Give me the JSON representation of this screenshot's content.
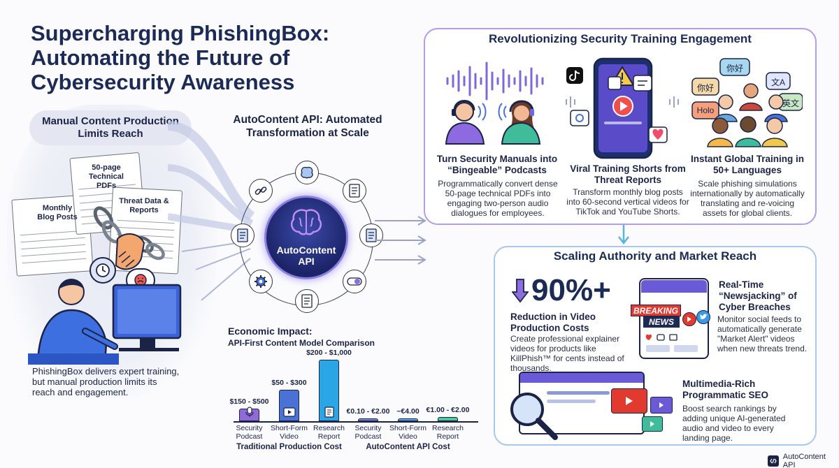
{
  "title": "Supercharging PhishingBox: Automating the Future of Cybersecurity Awareness",
  "left": {
    "pill": "Manual Content Production Limits Reach",
    "docs": {
      "technical": "50-page Technical PDFs",
      "blog": "Monthly Blog Posts",
      "threat": "Threat Data & Reports"
    },
    "caption": "PhishingBox delivers expert training, but manual production limits its reach and engagement."
  },
  "center": {
    "heading": "AutoContent API: Automated Transformation at Scale",
    "hub_label": "AutoContent API"
  },
  "chart_data": {
    "type": "bar",
    "title": "Economic Impact:",
    "subtitle": "API-First Content Model Comparison",
    "groups": [
      {
        "name": "Traditional Production Cost",
        "categories": [
          "Security Podcast",
          "Short-Form Video",
          "Research Report"
        ],
        "labels": [
          "$150 - $500",
          "$50 - $300",
          "$200 - $1,000"
        ],
        "values": [
          0.55,
          1.4,
          2.75
        ],
        "colors": [
          "#8f6ad8",
          "#4a72d6",
          "#2aa6e6"
        ]
      },
      {
        "name": "AutoContent API Cost",
        "categories": [
          "Security Podcast",
          "Short-Form Video",
          "Research Report"
        ],
        "labels": [
          "€0.10 - €2.00",
          "~€4.00",
          "€1.00 - €2.00"
        ],
        "values": [
          0.12,
          0.12,
          0.18
        ],
        "colors": [
          "#7a86d6",
          "#5aa8e8",
          "#4cc7a0"
        ]
      }
    ]
  },
  "engagement": {
    "heading": "Revolutionizing Security Training Engagement",
    "cards": [
      {
        "title": "Turn Security Manuals into “Bingeable” Podcasts",
        "body": "Programmatically convert dense 50-page technical PDFs into engaging two-person audio dialogues for employees."
      },
      {
        "title": "Viral Training Shorts from Threat Reports",
        "body": "Transform monthly blog posts into 60-second vertical videos for TikTok and YouTube Shorts."
      },
      {
        "title": "Instant Global Training in 50+ Languages",
        "body": "Scale phishing simulations internationally by automatically translating and re-voicing assets for global clients."
      }
    ],
    "bubbles": [
      "你好",
      "文A",
      "你好",
      "英文",
      "Holo"
    ]
  },
  "authority": {
    "heading": "Scaling Authority and Market Reach",
    "stat": "90%+",
    "stat_title": "Reduction in Video Production Costs",
    "stat_body": "Create professional explainer videos for products like KillPhish™ for cents instead of thousands.",
    "breaking": "BREAKING",
    "news": "NEWS",
    "news_title": "Real-Time “Newsjacking” of Cyber Breaches",
    "news_body": "Monitor social feeds to automatically generate \"Market Alert\" videos when new threats trend.",
    "seo_title": "Multimedia-Rich Programmatic SEO",
    "seo_body": "Boost search rankings by adding unique AI-generated audio and video to every landing page."
  },
  "footer": {
    "brand": "AutoContent API",
    "brand_icon": "code-icon"
  }
}
